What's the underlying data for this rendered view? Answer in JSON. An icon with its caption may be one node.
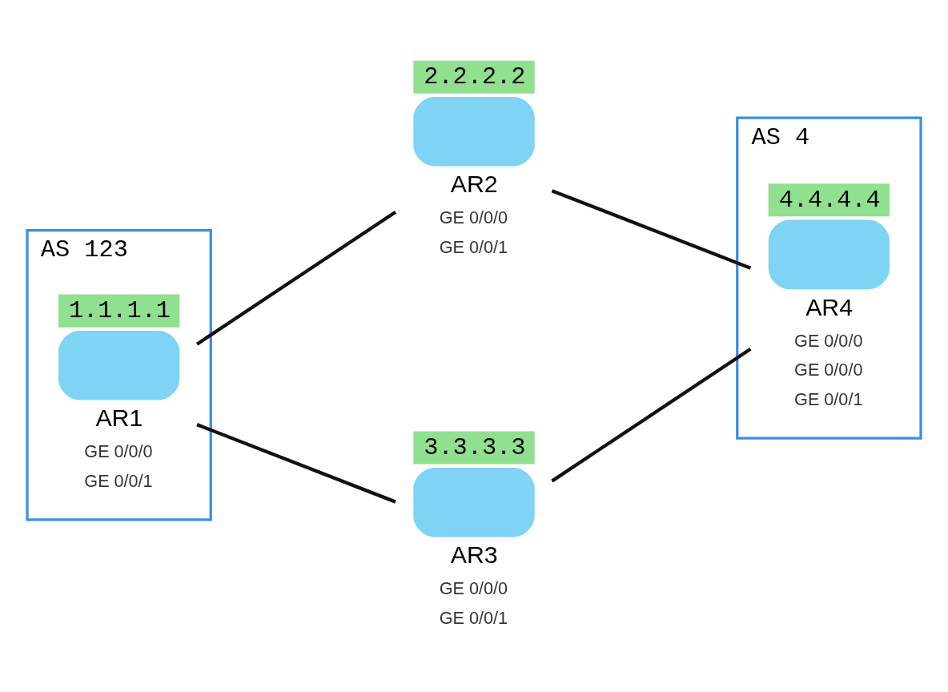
{
  "diagram": {
    "nodes": [
      {
        "text": [
          "AS 123"
        ]
      },
      {
        "text": [
          "1.1.1.1",
          "AR1"
        ],
        "in": 0,
        "beside": [
          "GE 0/0/0",
          "GE 0/0/1"
        ]
      },
      {
        "text": [
          "2.2.2.2",
          "AR2"
        ],
        "beside": [
          "GE 0/0/0",
          "GE 0/0/1"
        ]
      },
      {
        "text": [
          "AS 4"
        ]
      },
      {
        "text": [
          "4.4.4.4",
          "AR4"
        ],
        "in": 3,
        "beside": [
          "GE 0/0/0",
          "GE 0/0/0",
          "GE 0/0/1"
        ]
      },
      {
        "text": [
          "3.3.3.3",
          "AR3"
        ],
        "beside": [
          "GE 0/0/0",
          "GE 0/0/1"
        ]
      }
    ],
    "edges": [
      {
        "from": 1,
        "to": 2,
        "arrow": "none"
      },
      {
        "from": 1,
        "to": 5,
        "arrow": "none"
      },
      {
        "from": 2,
        "to": 4,
        "arrow": "none"
      },
      {
        "from": 5,
        "to": 4,
        "arrow": "none"
      }
    ]
  }
}
